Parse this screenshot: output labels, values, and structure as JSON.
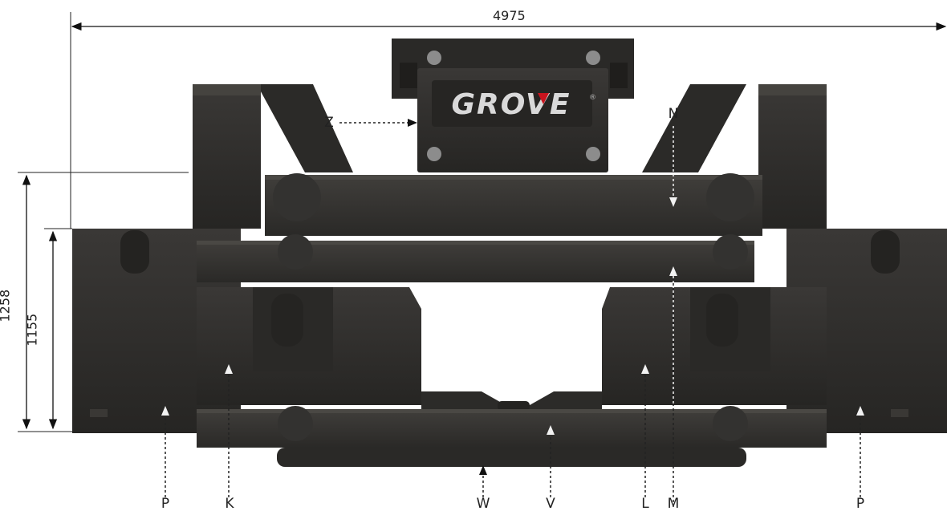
{
  "brand": {
    "logo_text": "GROVE",
    "registered_mark": "®"
  },
  "dimensions": {
    "overall_width": "4975",
    "outer_height": "1258",
    "inner_height": "1155"
  },
  "callouts": {
    "z": "Z",
    "n": "N",
    "m": "M",
    "k": "K",
    "l": "L",
    "p_left": "P",
    "p_right": "P",
    "v": "V",
    "w": "W"
  },
  "colors": {
    "body": "#2f2e2c",
    "body_dark": "#232220",
    "body_light": "#3d3b38",
    "logo_text": "#d9d9d9",
    "logo_accent": "#c8141e",
    "bolt": "#8c8c8c"
  }
}
